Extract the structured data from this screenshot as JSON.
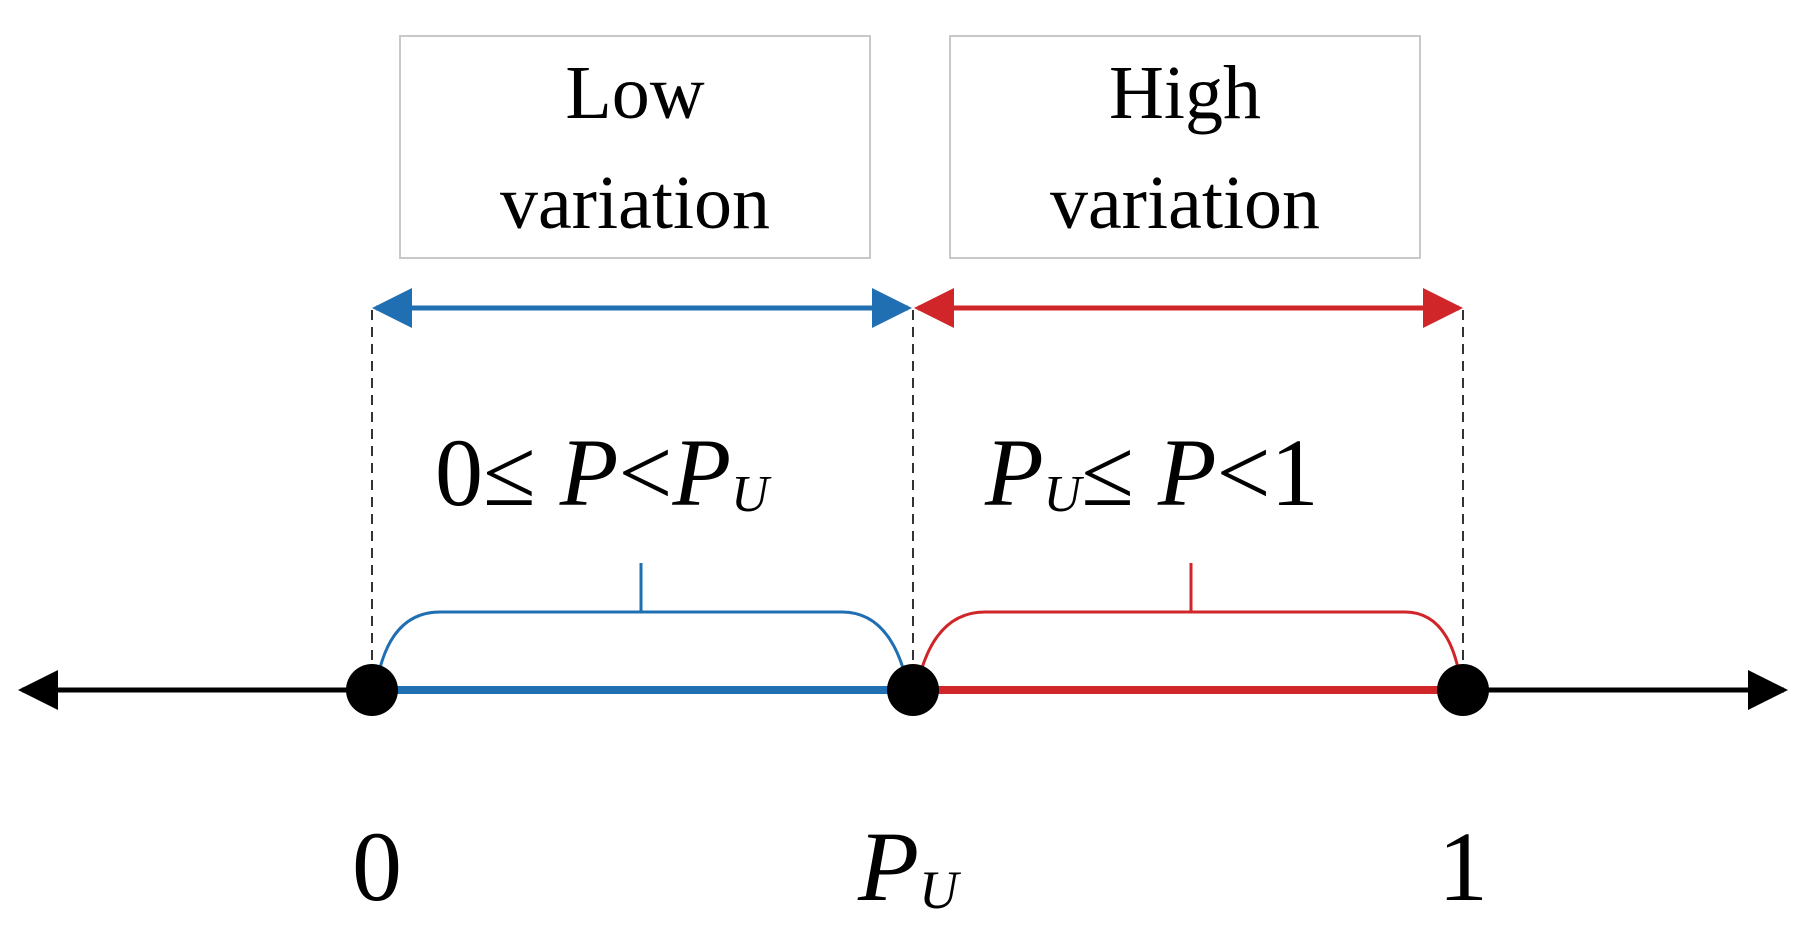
{
  "colors": {
    "low": "#1f6fb2",
    "high": "#d0262a",
    "axis": "#000000",
    "guide": "#333333",
    "box_border": "#c8c8c8"
  },
  "low_box": {
    "line1": "Low",
    "line2": "variation"
  },
  "high_box": {
    "line1": "High",
    "line2": "variation"
  },
  "low_range": {
    "lead": "0",
    "leq": "≤",
    "var": "P",
    "lt": "<",
    "bound": "P",
    "bound_sub": "U"
  },
  "high_range": {
    "bound": "P",
    "bound_sub": "U",
    "leq": "≤",
    "var": "P",
    "lt": "<",
    "tail": "1"
  },
  "ticks": {
    "zero": "0",
    "pu": "P",
    "pu_sub": "U",
    "one": "1"
  }
}
